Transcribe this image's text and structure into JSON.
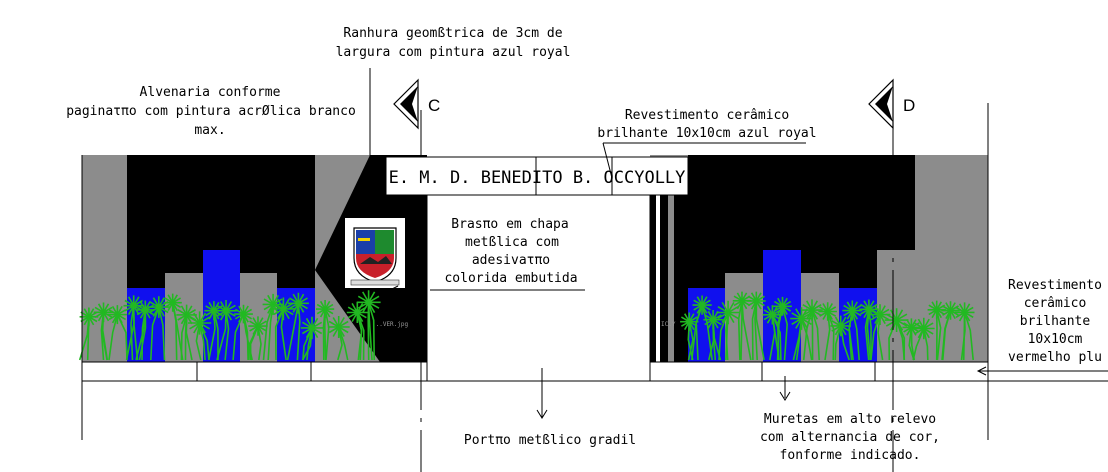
{
  "annotations": {
    "groove_line1": "Ranhura geomßtrica de 3cm de",
    "groove_line2": "largura com pintura azul royal",
    "masonry_line1": "Alvenaria conforme",
    "masonry_line2": "paginaτπo com pintura acrØlica branco",
    "masonry_line3": "max.",
    "tile_blue_line1": "Revestimento cerâmico",
    "tile_blue_line2": "brilhante 10x10cm azul royal",
    "crest_line1": "Brasπo em chapa",
    "crest_line2": "metßlica com",
    "crest_line3": "adesivaτπo",
    "crest_line4": "colorida embutida",
    "tile_red_line1": "Revestimento",
    "tile_red_line2": "cerâmico",
    "tile_red_line3": "brilhante",
    "tile_red_line4": "10x10cm",
    "tile_red_line5": "vermelho plu",
    "gate": "Portπo metßlico gradil",
    "walls_line1": "Muretas em alto relevo",
    "walls_line2": "com alternancia de cor,",
    "walls_line3": "fonforme indicado."
  },
  "section_marks": {
    "left": "C",
    "right": "D"
  },
  "school_sign": "E. M. D. BENEDITO B. OCCYOLLY",
  "image_labels": {
    "left": "...VER.jpg",
    "right": "IC.Y"
  },
  "colors": {
    "wall_grey": "#8c8c8c",
    "panel_black": "#000000",
    "tile_blue": "#1010ee",
    "bush_green": "#22b922",
    "crest_red": "#c8202a",
    "crest_green": "#1e8a2e",
    "crest_blue": "#1a3fa8"
  }
}
